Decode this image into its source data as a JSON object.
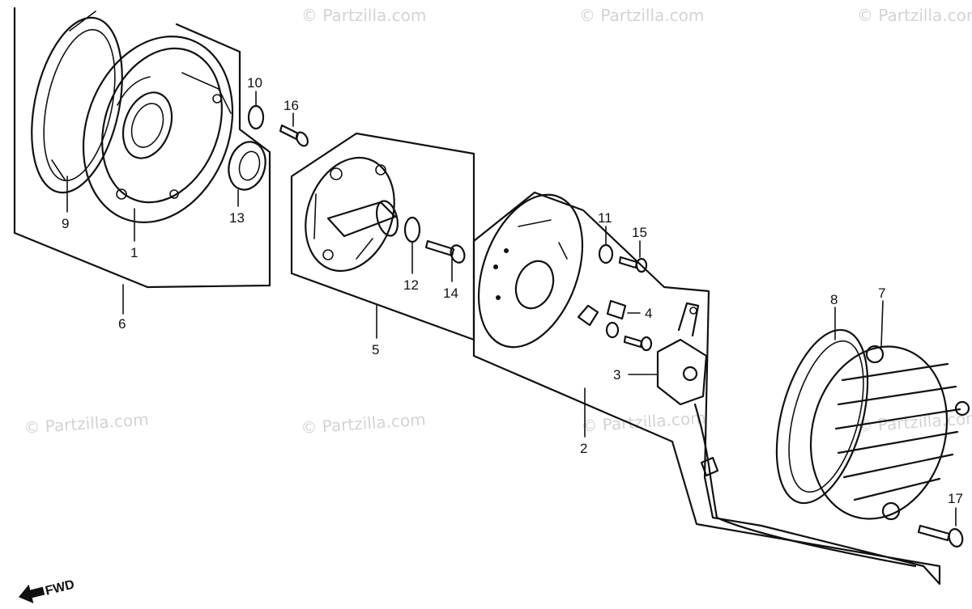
{
  "watermark": "© Partzilla.com",
  "fwd_label": "FWD",
  "parts": {
    "p1": "1",
    "p2": "2",
    "p3": "3",
    "p4": "4",
    "p5": "5",
    "p6": "6",
    "p7": "7",
    "p8": "8",
    "p9": "9",
    "p10": "10",
    "p11": "11",
    "p12": "12",
    "p13": "13",
    "p14": "14",
    "p15": "15",
    "p16": "16",
    "p17": "17"
  }
}
